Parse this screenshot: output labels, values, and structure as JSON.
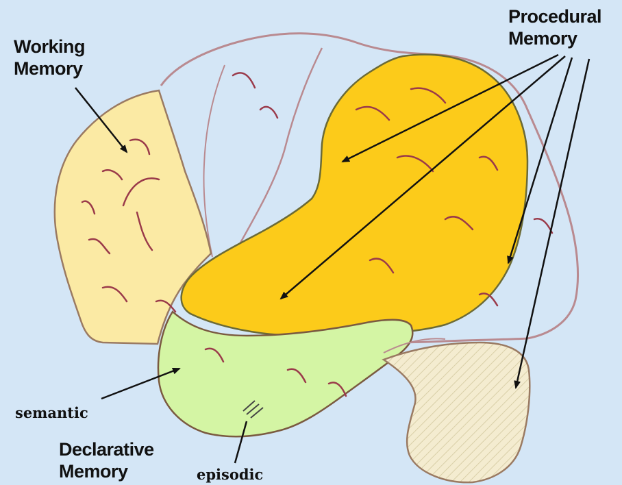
{
  "labels": {
    "working_memory": [
      "Working",
      "Memory"
    ],
    "procedural_memory": [
      "Procedural",
      "Memory"
    ],
    "semantic": "semantic",
    "declarative_memory": [
      "Declarative",
      "Memory"
    ],
    "episodic": "episodic"
  },
  "colors": {
    "background": "#d4e6f6",
    "frontal_region": "#fbeaa4",
    "procedural_region": "#fccb1a",
    "temporal_region": "#d4f5a4",
    "cerebellum_region": "#f4ecd0",
    "outline": "#8a5a48",
    "sulci": "#9a3a4a",
    "arrows": "#111111"
  }
}
